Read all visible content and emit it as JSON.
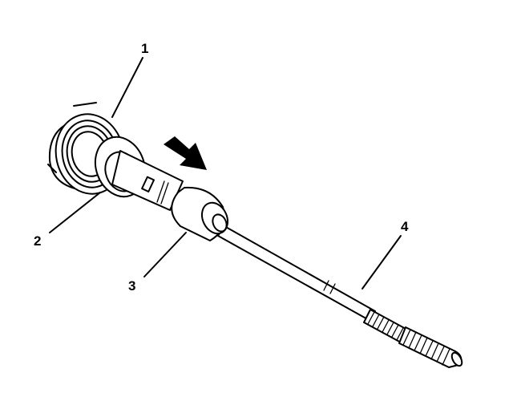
{
  "callouts": [
    {
      "id": "1",
      "label": "1"
    },
    {
      "id": "2",
      "label": "2"
    },
    {
      "id": "3",
      "label": "3"
    },
    {
      "id": "4",
      "label": "4"
    }
  ],
  "colors": {
    "line": "#000000",
    "background": "#ffffff"
  },
  "icons": [
    "direction-arrow-icon"
  ]
}
